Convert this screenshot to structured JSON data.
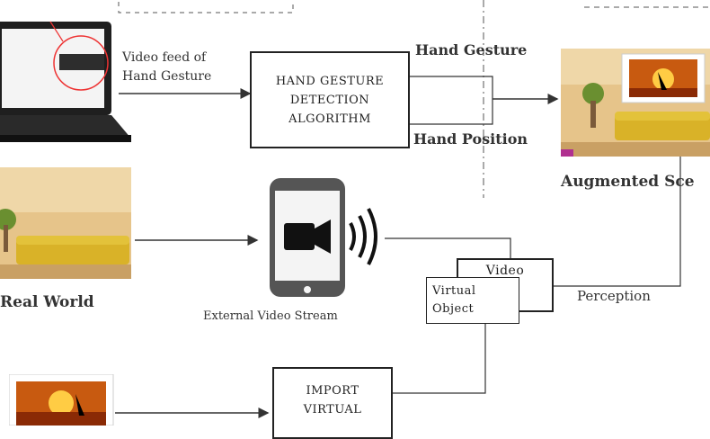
{
  "labels": {
    "video_feed_line1": "Video feed of",
    "video_feed_line2": "Hand Gesture",
    "hand_gesture": "Hand Gesture",
    "hand_position": "Hand Position",
    "augmented_scene": "Augmented Sce",
    "real_world": "Real World",
    "external_video_stream": "External Video Stream",
    "perception": "Perception"
  },
  "boxes": {
    "detection_line1": "HAND GESTURE",
    "detection_line2": "DETECTION",
    "detection_line3": "ALGORITHM",
    "video": "Video",
    "virtual_object_line1": "Virtual",
    "virtual_object_line2": "Object",
    "import_line1": "IMPORT",
    "import_line2": "VIRTUAL"
  },
  "colors": {
    "line": "#333333",
    "wall": "#e6c48a",
    "sofa": "#d9b228",
    "frame_inner": "#c85a10"
  }
}
